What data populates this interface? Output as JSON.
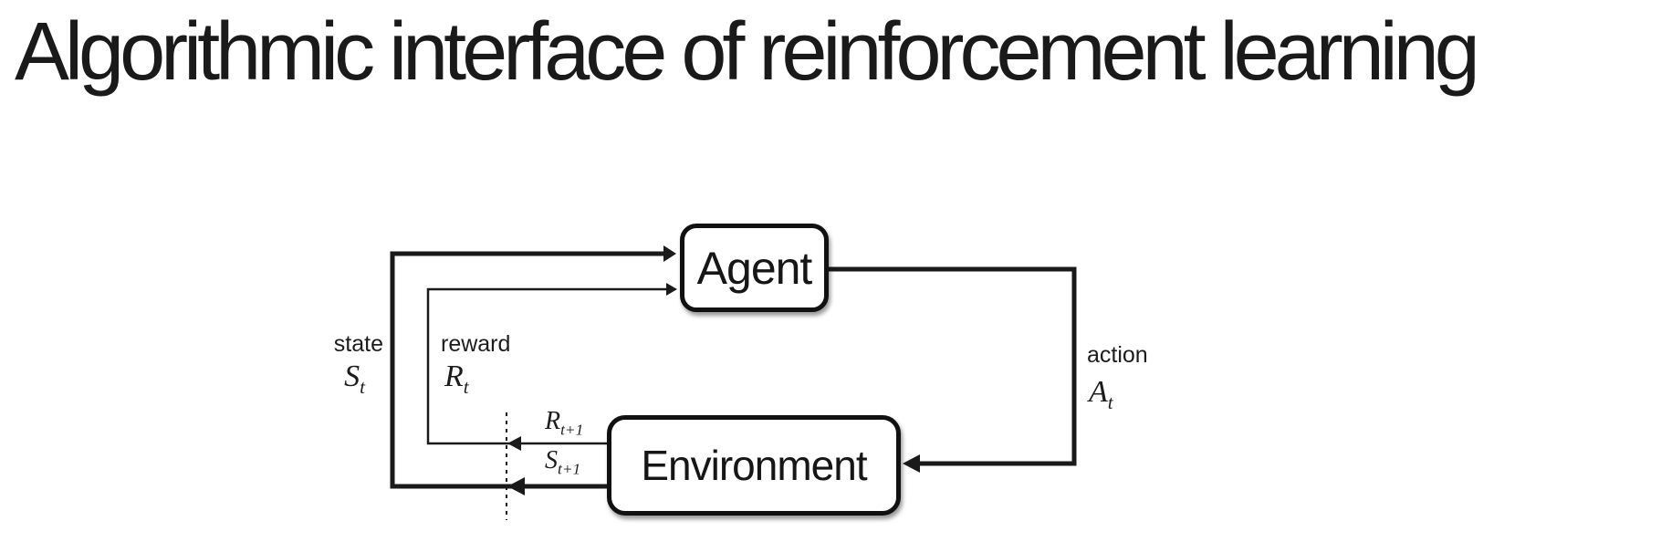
{
  "colors": {
    "ink": "#1a1a1a",
    "paper": "#ffffff"
  },
  "slide": {
    "title": "Algorithmic interface of reinforcement learning"
  },
  "diagram": {
    "nodes": {
      "agent": {
        "label": "Agent"
      },
      "environment": {
        "label": "Environment"
      }
    },
    "labels": {
      "state": {
        "word": "state",
        "symbol": "S",
        "subscript": "t"
      },
      "reward": {
        "word": "reward",
        "symbol": "R",
        "subscript": "t"
      },
      "action": {
        "word": "action",
        "symbol": "A",
        "subscript": "t"
      },
      "next_reward": {
        "symbol": "R",
        "subscript": "t+1"
      },
      "next_state": {
        "symbol": "S",
        "subscript": "t+1"
      }
    }
  }
}
